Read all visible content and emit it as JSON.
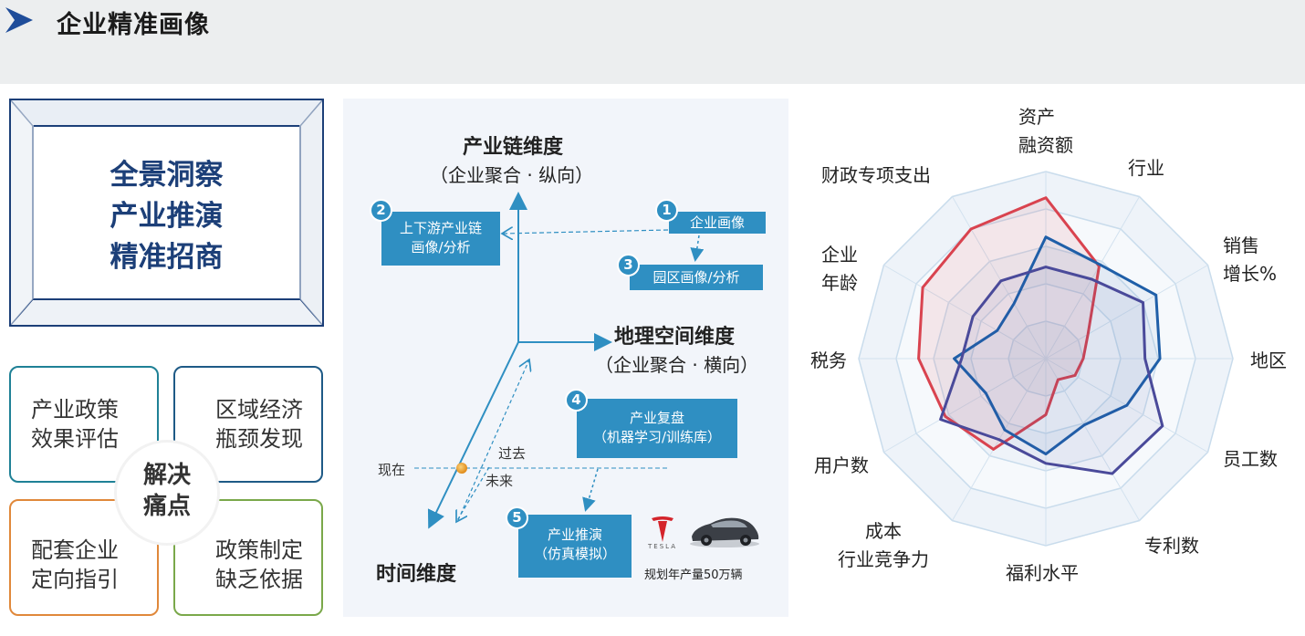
{
  "header": {
    "title": "企业精准画像"
  },
  "left": {
    "frame_lines": [
      "全景洞察",
      "产业推演",
      "精准招商"
    ],
    "center_lines": [
      "解决",
      "痛点"
    ],
    "pain_points": [
      {
        "lines": [
          "产业政策",
          "效果评估"
        ]
      },
      {
        "lines": [
          "区域经济",
          "瓶颈发现"
        ]
      },
      {
        "lines": [
          "配套企业",
          "定向指引"
        ]
      },
      {
        "lines": [
          "政策制定",
          "缺乏依据"
        ]
      }
    ]
  },
  "middle": {
    "vertical_axis": {
      "title": "产业链维度",
      "subtitle": "（企业聚合 · 纵向）"
    },
    "horizontal_axis": {
      "title": "地理空间维度",
      "subtitle": "（企业聚合 · 横向）"
    },
    "time_axis": {
      "title": "时间维度"
    },
    "time_labels": {
      "now": "现在",
      "past": "过去",
      "future": "未来"
    },
    "steps": [
      {
        "num": "1",
        "lines": [
          "企业画像"
        ]
      },
      {
        "num": "2",
        "lines": [
          "上下游产业链",
          "画像/分析"
        ]
      },
      {
        "num": "3",
        "lines": [
          "园区画像/分析"
        ]
      },
      {
        "num": "4",
        "lines": [
          "产业复盘",
          "（机器学习/训练库）"
        ]
      },
      {
        "num": "5",
        "lines": [
          "产业推演",
          "（仿真模拟）"
        ]
      }
    ],
    "tesla": {
      "brand": "TESLA",
      "caption": "规划年产量50万辆"
    }
  },
  "radar": {
    "labels": [
      [
        "资产",
        "融资额"
      ],
      [
        "行业"
      ],
      [
        "销售",
        "增长%"
      ],
      [
        "地区"
      ],
      [
        "员工数"
      ],
      [
        "专利数"
      ],
      [
        "福利水平"
      ],
      [
        "成本",
        "行业竞争力"
      ],
      [
        "用户数"
      ],
      [
        "税务"
      ],
      [
        "企业",
        "年龄"
      ],
      [
        "财政专项支出"
      ]
    ],
    "levels": 5,
    "series": [
      {
        "color": "#d9434f",
        "values": [
          0.86,
          0.57,
          0.26,
          0.2,
          0.18,
          0.13,
          0.3,
          0.56,
          0.62,
          0.68,
          0.76,
          0.8
        ]
      },
      {
        "color": "#1f5fa8",
        "values": [
          0.65,
          0.58,
          0.68,
          0.61,
          0.5,
          0.41,
          0.51,
          0.44,
          0.37,
          0.49,
          0.3,
          0.34
        ]
      },
      {
        "color": "#4a4a9a",
        "values": [
          0.49,
          0.49,
          0.6,
          0.53,
          0.72,
          0.71,
          0.56,
          0.5,
          0.65,
          0.45,
          0.45,
          0.48
        ]
      }
    ]
  }
}
